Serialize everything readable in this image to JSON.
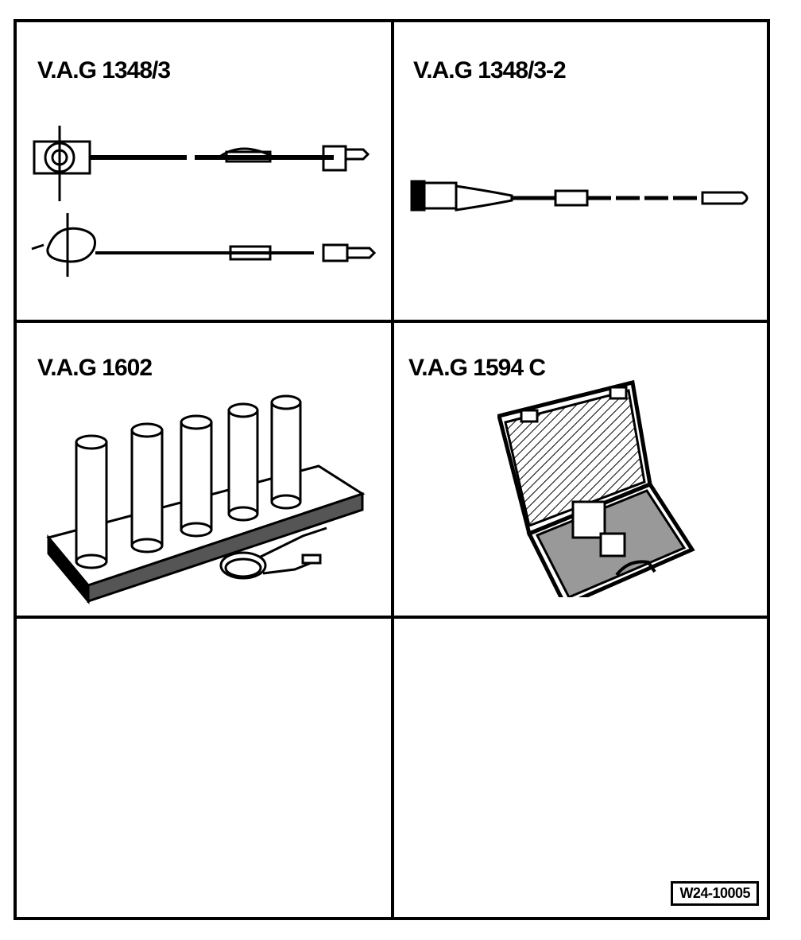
{
  "panels": {
    "top_left": {
      "label": "V.A.G 1348/3"
    },
    "top_right": {
      "label": "V.A.G 1348/3-2"
    },
    "middle_left": {
      "label": "V.A.G 1602"
    },
    "middle_right": {
      "label": "V.A.G 1594 C"
    }
  },
  "figure_code": "W24-10005",
  "icons": {
    "top_left": "adapter-cable-illustration",
    "top_right": "adapter-lead-illustration",
    "middle_left": "test-tube-rack-illustration",
    "middle_right": "tool-case-illustration"
  }
}
